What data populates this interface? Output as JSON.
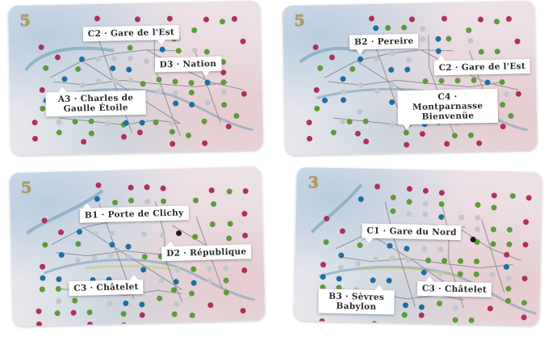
{
  "colors": {
    "node_red": "#b0305a",
    "node_green": "#5e9a3c",
    "node_blue": "#1e6ea3",
    "node_grey": "#c4c6cc",
    "node_black": "#1a1a1a",
    "card_number": "#b59a5a",
    "label_bg": "#ffffff",
    "label_text": "#2a2a2a"
  },
  "cards": [
    {
      "number": "5",
      "labels": [
        {
          "text": "C2 · Gare de l'Est"
        },
        {
          "text": "D3 · Nation"
        },
        {
          "text": "A3 · Charles de Gaulle Étoile"
        }
      ]
    },
    {
      "number": "5",
      "labels": [
        {
          "text": "B2 · Pereire"
        },
        {
          "text": "C2 · Gare de l'Est"
        },
        {
          "text": "C4 · Montparnasse Bienvenüe"
        }
      ]
    },
    {
      "number": "5",
      "labels": [
        {
          "text": "B1 · Porte de Clichy"
        },
        {
          "text": "D2 · République"
        },
        {
          "text": "C3 · Châtelet"
        }
      ]
    },
    {
      "number": "3",
      "labels": [
        {
          "text": "C1 · Gare du Nord"
        },
        {
          "text": "C3 · Châtelet"
        },
        {
          "text": "B3 · Sèvres Babylon"
        }
      ]
    }
  ]
}
